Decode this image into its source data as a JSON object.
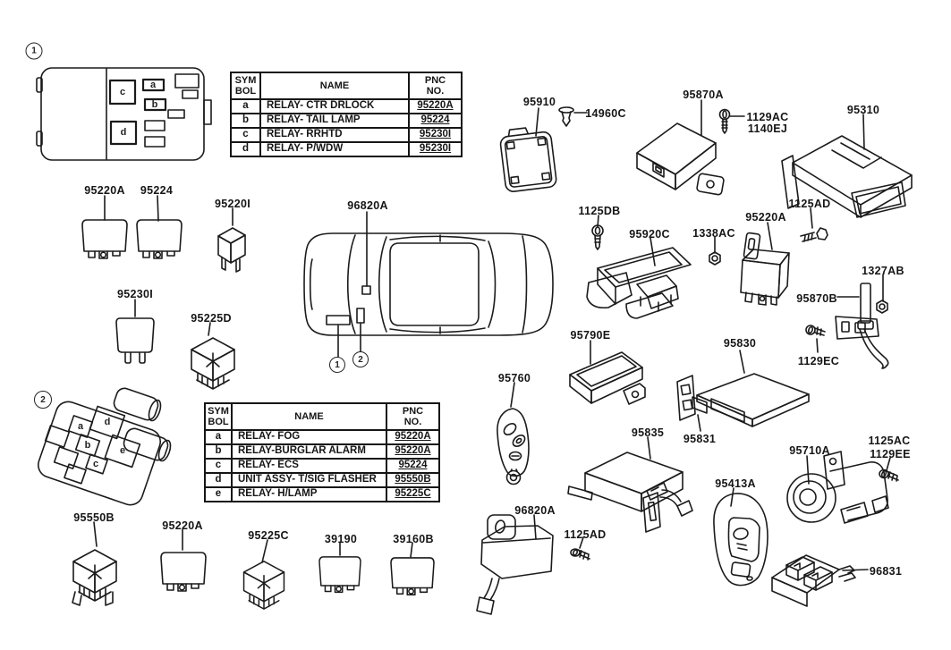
{
  "markers": {
    "section1": "1",
    "section2": "2",
    "car1": "1",
    "car2": "2"
  },
  "table1": {
    "header": {
      "sym": "SYM\nBOL",
      "name": "NAME",
      "pnc": "PNC\nNO."
    },
    "rows": [
      {
        "sym": "a",
        "name": "RELAY- CTR DRLOCK",
        "pnc": "95220A"
      },
      {
        "sym": "b",
        "name": "RELAY- TAIL LAMP",
        "pnc": "95224"
      },
      {
        "sym": "c",
        "name": "RELAY- RRHTD",
        "pnc": "95230I"
      },
      {
        "sym": "d",
        "name": "RELAY- P/WDW",
        "pnc": "95230I"
      }
    ]
  },
  "table2": {
    "header": {
      "sym": "SYM\nBOL",
      "name": "NAME",
      "pnc": "PNC\nNO."
    },
    "rows": [
      {
        "sym": "a",
        "name": "RELAY- FOG",
        "pnc": "95220A"
      },
      {
        "sym": "b",
        "name": "RELAY-BURGLAR ALARM",
        "pnc": "95220A"
      },
      {
        "sym": "c",
        "name": "RELAY- ECS",
        "pnc": "95224"
      },
      {
        "sym": "d",
        "name": "UNIT ASSY- T/SIG FLASHER",
        "pnc": "95550B"
      },
      {
        "sym": "e",
        "name": "RELAY- H/LAMP",
        "pnc": "95225C"
      }
    ]
  },
  "fusebox1_slots": {
    "a": "a",
    "b": "b",
    "c": "c",
    "d": "d"
  },
  "fusebox2_slots": {
    "a": "a",
    "b": "b",
    "c": "c",
    "d": "d",
    "e": "e"
  },
  "part_labels": {
    "relay_95220a_top": "95220A",
    "relay_95224": "95224",
    "relay_95220i": "95220I",
    "relay_95230i": "95230I",
    "relay_95225d": "95225D",
    "antenna_96820a_car": "96820A",
    "module_95910": "95910",
    "clip_14960c": "14960C",
    "module_95870a": "95870A",
    "screw_1129ac": "1129AC",
    "screw_1140ej": "1140EJ",
    "module_95310": "95310",
    "screw_1125db": "1125DB",
    "bracket_95920c": "95920C",
    "nut_1338ac": "1338AC",
    "relay_95220a_mid": "95220A",
    "bolt_1125ad_top": "1125AD",
    "nut_1327ab": "1327AB",
    "sensor_95870b": "95870B",
    "screw_1129ec": "1129EC",
    "module_95790e": "95790E",
    "module_95830": "95830",
    "transmitter_95760": "95760",
    "module_95835": "95835",
    "bracket_95831": "95831",
    "horn_95710a": "95710A",
    "screw_1125ac": "1125AC",
    "screw_1129ee": "1129EE",
    "transmitter_95413a": "95413A",
    "antenna_96820a_part": "96820A",
    "screw_1125ad_bottom": "1125AD",
    "bracket_96831": "96831",
    "relay_95550b": "95550B",
    "relay_95220a_bottom": "95220A",
    "relay_95225c": "95225C",
    "relay_39190": "39190",
    "relay_39160b": "39160B"
  }
}
